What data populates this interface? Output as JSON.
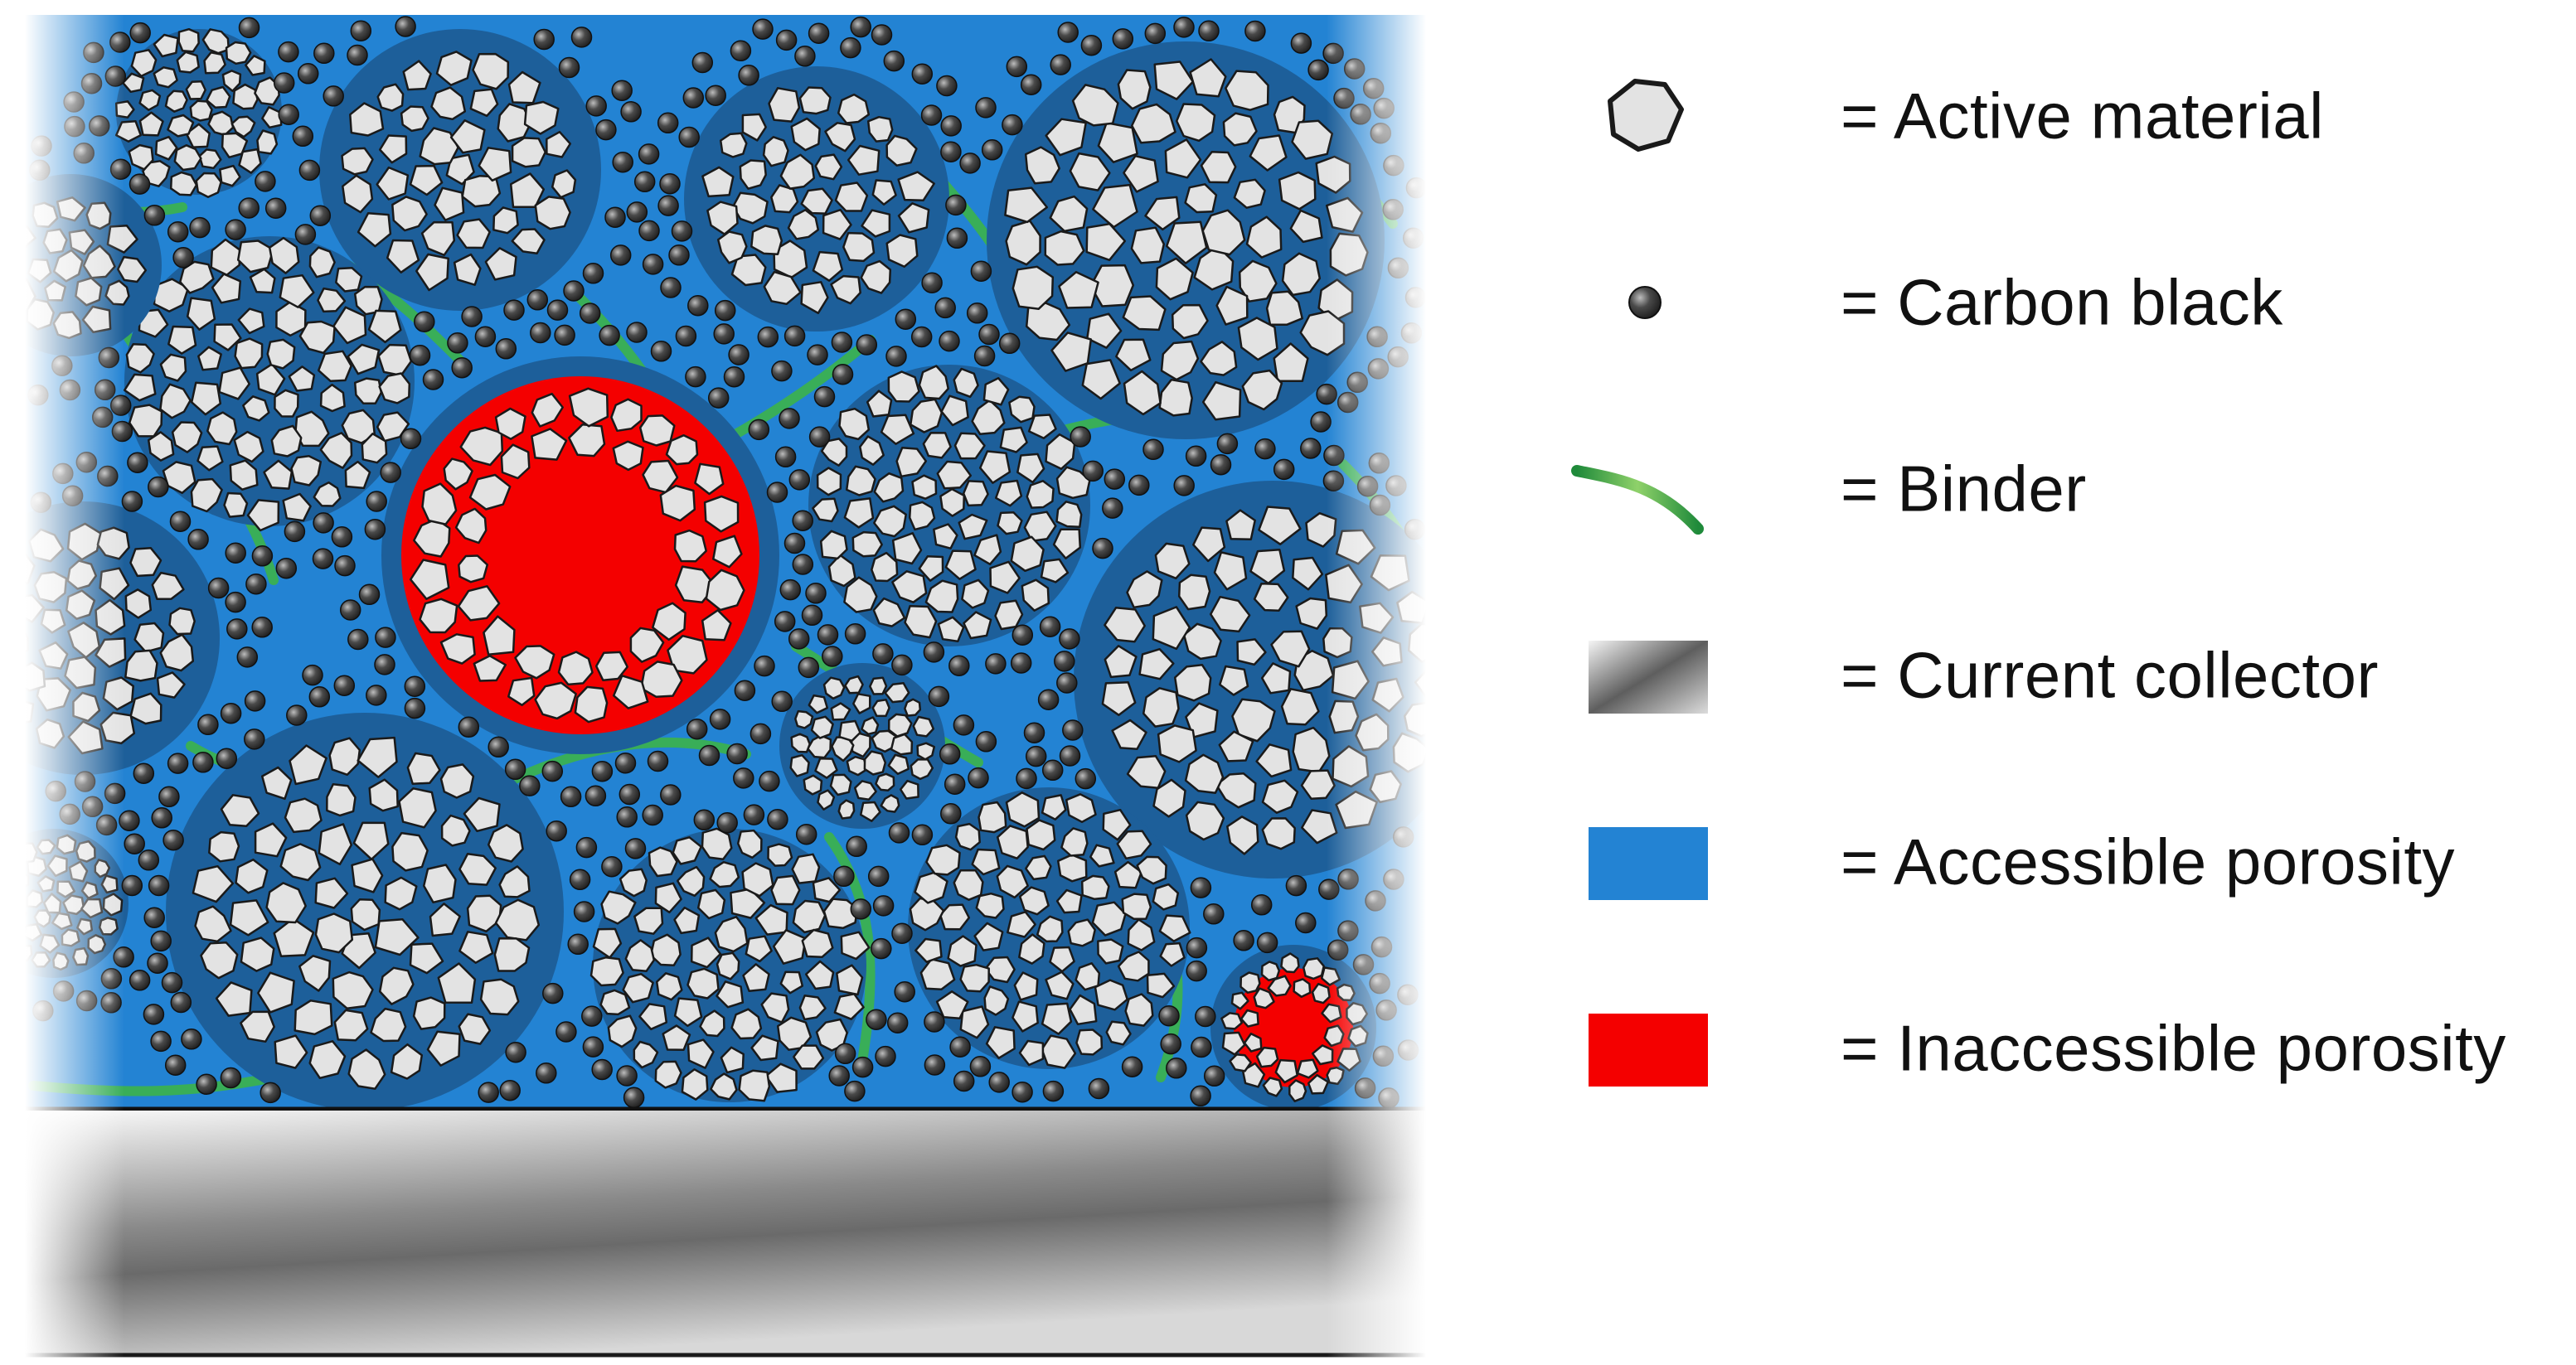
{
  "diagram": {
    "colors": {
      "accessible_porosity": "#2383d3",
      "inaccessible_porosity": "#f40000",
      "active_material_fill": "#e3e3e3",
      "active_material_stroke": "#1a1a1a",
      "carbon_black": "#3a3a3a",
      "binder": "#3cb34a",
      "current_collector_light": "#f2f2f2",
      "current_collector_dark": "#6e6e6e"
    },
    "components": {
      "electrode_coating": "accessible-porosity-background",
      "particles": "active-material-agglomerates",
      "conductive_additive": "carbon-black-particles",
      "polymer": "binder-strands",
      "substrate": "current-collector-foil"
    }
  },
  "legend": {
    "items": [
      {
        "label": "= Active material",
        "icon": "active-material-icon"
      },
      {
        "label": "= Carbon black",
        "icon": "carbon-black-icon"
      },
      {
        "label": "= Binder",
        "icon": "binder-icon"
      },
      {
        "label": "= Current collector",
        "icon": "current-collector-icon"
      },
      {
        "label": "= Accessible porosity",
        "icon": "accessible-porosity-icon"
      },
      {
        "label": "= Inaccessible porosity",
        "icon": "inaccessible-porosity-icon"
      }
    ]
  }
}
